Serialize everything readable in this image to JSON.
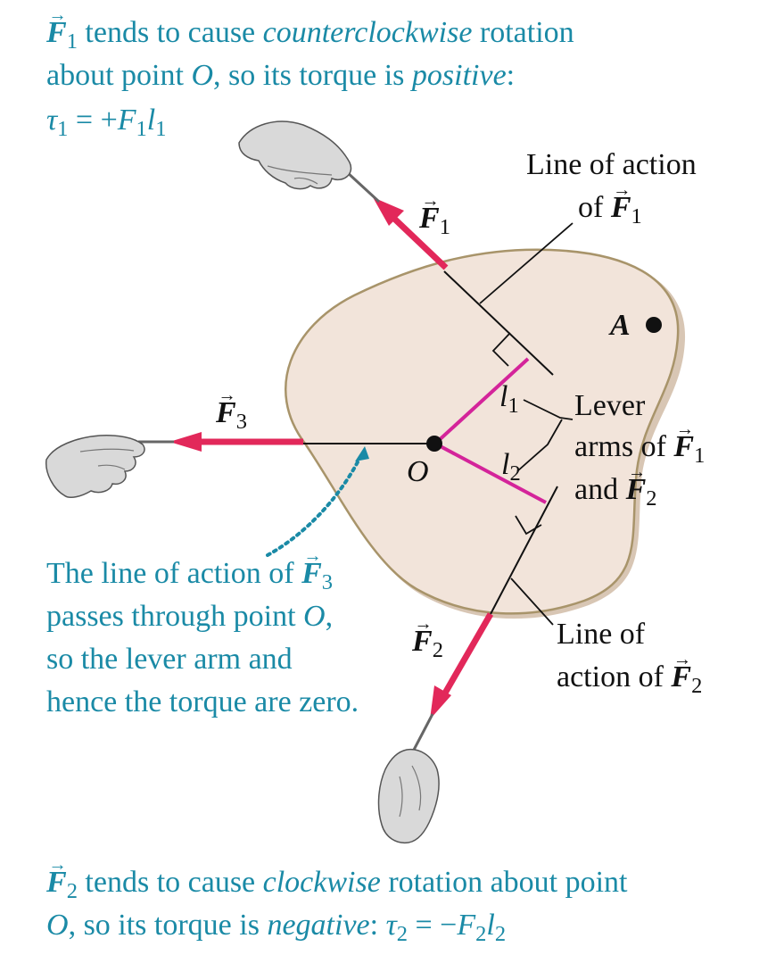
{
  "top_caption": {
    "line1_rest": "tends to cause",
    "line1_em": "counterclockwise",
    "line1_end": "rotation",
    "line2_start": "about point",
    "line2_O": "O",
    "line2_mid": ", so its torque is",
    "line2_em": "positive",
    "line2_end": ":",
    "eq_tau": "τ",
    "eq_tau_sub": "1",
    "eq_mid": "= +",
    "eq_F": "F",
    "eq_F_sub": "1",
    "eq_l": "l",
    "eq_l_sub": "1"
  },
  "force_labels": {
    "F": "F",
    "arrow": "→",
    "f1_sub": "1",
    "f2_sub": "2",
    "f3_sub": "3"
  },
  "point_labels": {
    "A": "A",
    "O": "O"
  },
  "line_of_action_1": {
    "line1": "Line of action",
    "line2_start": "of",
    "F": "F",
    "sub": "1"
  },
  "line_of_action_2": {
    "line1": "Line of",
    "line2_start": "action of",
    "F": "F",
    "sub": "2"
  },
  "lever_labels": {
    "l": "l",
    "l1_sub": "1",
    "l2_sub": "2"
  },
  "lever_arms": {
    "line1": "Lever",
    "line2_start": "arms of",
    "line3_start": "and",
    "F": "F",
    "sub1": "1",
    "sub2": "2"
  },
  "f3_caption": {
    "line1_start": "The line of action of",
    "F": "F",
    "sub": "3",
    "line2_start": "passes through point",
    "line2_O": "O",
    "line2_end": ",",
    "line3": "so the lever arm and",
    "line4": "hence the torque are zero."
  },
  "bottom_caption": {
    "line1_rest": "tends to cause",
    "line1_em": "clockwise",
    "line1_end": "rotation about point",
    "line2_O": "O",
    "line2_mid": ", so its torque is",
    "line2_em": "negative",
    "line2_colon": ":",
    "eq_tau": "τ",
    "eq_tau_sub": "2",
    "eq_mid": "= −",
    "eq_F": "F",
    "eq_F_sub": "2",
    "eq_l": "l",
    "eq_l_sub": "2"
  },
  "colors": {
    "teal_text": "#1a8aa6",
    "body_fill": "#f2e4da",
    "body_edge": "#a8946a",
    "force_arrow": "#e2285a",
    "lever_arm": "#d4249a",
    "hand_fill": "#d9d9d9"
  }
}
